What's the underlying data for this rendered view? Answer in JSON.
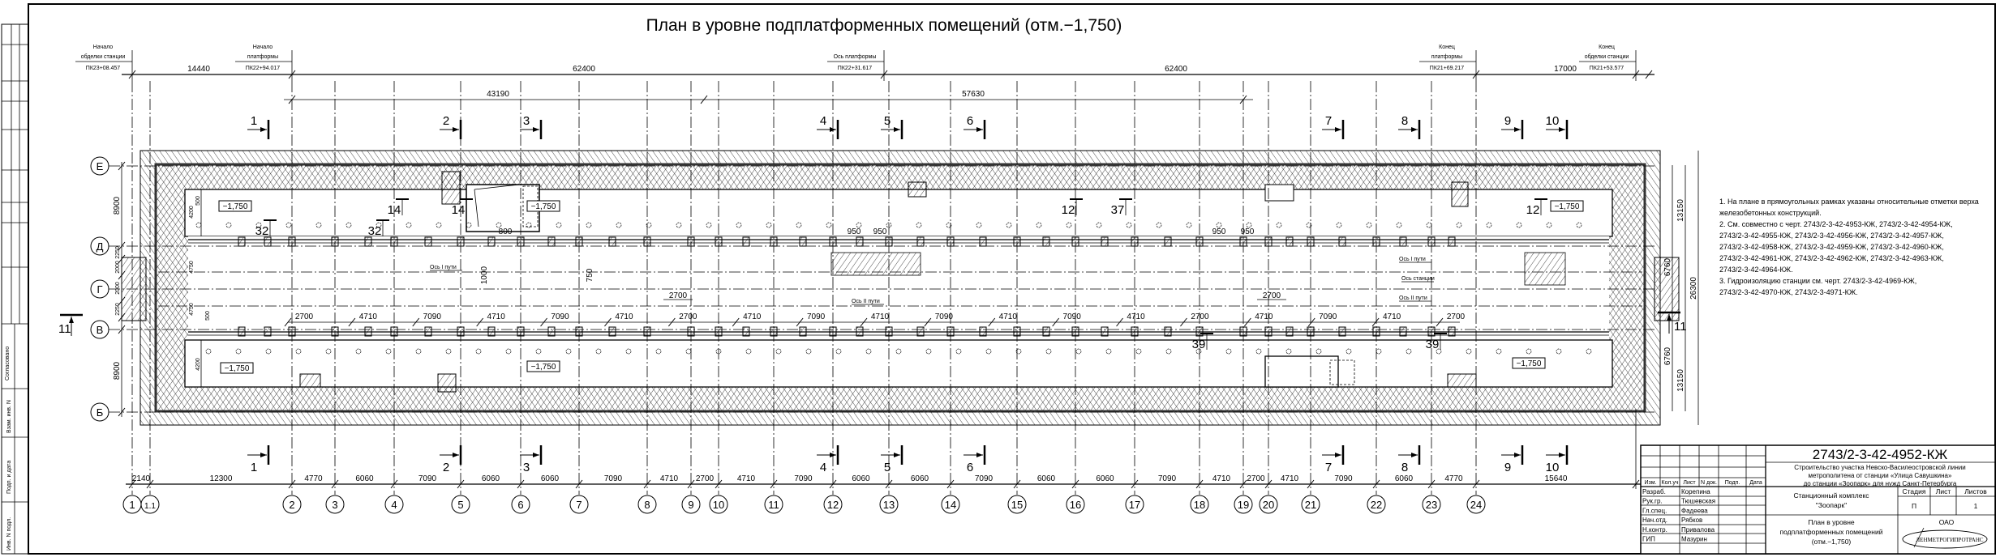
{
  "title": "План в уровне подплатформенных помещений (отм.−1,750)",
  "side_stamp": {
    "agreed": "Согласовано",
    "replace_inv": "Взам. инв. N",
    "sign_date": "Подп. и дата",
    "inv_orig": "Инв. N подл."
  },
  "chainage": [
    {
      "line1": "Начало",
      "line2": "обделки станции",
      "pk": "ПК23+08.457"
    },
    {
      "line1": "Начало",
      "line2": "платформы",
      "pk": "ПК22+94.017"
    },
    {
      "line1": "",
      "line2": "Ось платформы",
      "pk": "ПК22+31.617"
    },
    {
      "line1": "Конец",
      "line2": "платформы",
      "pk": "ПК21+69.217"
    },
    {
      "line1": "Конец",
      "line2": "обделки станции",
      "pk": "ПК21+53.577"
    }
  ],
  "top_dims": [
    "14440",
    "62400",
    "62400",
    "17000"
  ],
  "second_dims": [
    "43190",
    "57630"
  ],
  "axes_numeric": [
    "1",
    "1.1",
    "2",
    "3",
    "4",
    "5",
    "6",
    "7",
    "8",
    "9",
    "10",
    "11",
    "12",
    "13",
    "14",
    "15",
    "16",
    "17",
    "18",
    "19",
    "20",
    "21",
    "22",
    "23",
    "24"
  ],
  "axes_letter": [
    "Е",
    "Д",
    "Г",
    "В",
    "Б"
  ],
  "bottom_dims": [
    "2140",
    "12300",
    "4770",
    "6060",
    "7090",
    "6060",
    "6060",
    "7090",
    "4710",
    "2700",
    "4710",
    "7090",
    "6060",
    "6060",
    "7090",
    "6060",
    "6060",
    "7090",
    "4710",
    "2700",
    "4710",
    "7090",
    "6060",
    "4770",
    "15640"
  ],
  "left_dims": [
    "8900",
    "2250",
    "2000",
    "2000",
    "2250",
    "8900"
  ],
  "inner_left_dims": [
    "4200",
    "500",
    "4750",
    "4750",
    "500",
    "4200"
  ],
  "right_dims": [
    "13150",
    "6760",
    "26300",
    "6760",
    "13150"
  ],
  "sections_top": [
    "1",
    "2",
    "3",
    "4",
    "5",
    "6",
    "7",
    "8",
    "9",
    "10"
  ],
  "sections_bottom": [
    "1",
    "2",
    "3",
    "4",
    "5",
    "6",
    "7",
    "8",
    "9",
    "10"
  ],
  "section_11": "11",
  "elevations": [
    "−1,750",
    "−1,750",
    "−1,750",
    "−1,750",
    "−1,750",
    "−1,750"
  ],
  "callouts": [
    "32",
    "32",
    "14",
    "14",
    "12",
    "37",
    "12",
    "39",
    "39"
  ],
  "track_labels": [
    "Ось I пути",
    "Ось II пути",
    "Ось I пути",
    "Ось станции",
    "Ось II пути"
  ],
  "column_dims_upper": [
    "800",
    "1000",
    "750",
    "950",
    "950",
    "950",
    "950"
  ],
  "column_dims_lower": [
    "2700",
    "4710",
    "7090",
    "4710",
    "7090",
    "4710",
    "2700",
    "4710",
    "7090",
    "4710",
    "7090",
    "4710",
    "7090",
    "4710",
    "2700",
    "4710",
    "7090",
    "4710",
    "2700"
  ],
  "leader_dims": [
    "2700",
    "2700"
  ],
  "notes": [
    "1. На плане в прямоугольных рамках указаны относительные отметки верха",
    "железобетонных конструкций.",
    "2. См. совместно с черт. 2743/2-3-42-4953-КЖ, 2743/2-3-42-4954-КЖ,",
    "2743/2-3-42-4955-КЖ, 2743/2-3-42-4956-КЖ, 2743/2-3-42-4957-КЖ,",
    "2743/2-3-42-4958-КЖ, 2743/2-3-42-4959-КЖ, 2743/2-3-42-4960-КЖ,",
    "2743/2-3-42-4961-КЖ, 2743/2-3-42-4962-КЖ, 2743/2-3-42-4963-КЖ,",
    "2743/2-3-42-4964-КЖ.",
    "3. Гидроизоляцию станции см. черт. 2743/2-3-42-4969-КЖ,",
    "2743/2-3-42-4970-КЖ, 2743/2-3-4971-КЖ."
  ],
  "title_block": {
    "doc_number": "2743/2-3-42-4952-КЖ",
    "project": [
      "Строительство участка Невско-Василеостровской линии",
      "метрополитена от станции «Улица Савушкина»",
      "до станции «Зоопарк» для нужд Санкт-Петербурга"
    ],
    "headers": [
      "Изм.",
      "Кол.уч",
      "Лист",
      "N док.",
      "Подп.",
      "Дата"
    ],
    "roles": [
      {
        "role": "Разраб.",
        "name": "Корепина"
      },
      {
        "role": "Рук.гр.",
        "name": "Тюшевская"
      },
      {
        "role": "Гл.спец.",
        "name": "Фадеева"
      },
      {
        "role": "Нач.отд.",
        "name": "Рябков"
      },
      {
        "role": "Н.контр.",
        "name": "Привалова"
      },
      {
        "role": "ГИП",
        "name": "Мазурин"
      }
    ],
    "complex": [
      "Станционный комплекс",
      "\"Зоопарк\""
    ],
    "sheet_title": [
      "План в уровне",
      "подплатформенных помещений",
      "(отм.−1,750)"
    ],
    "stage_label": "Стадия",
    "sheet_label": "Лист",
    "sheets_label": "Листов",
    "stage": "П",
    "sheet": "",
    "sheets": "1",
    "org_prefix": "ОАО",
    "org_logo": "ЛЕНМЕТРОГИПРОТРАНС"
  }
}
